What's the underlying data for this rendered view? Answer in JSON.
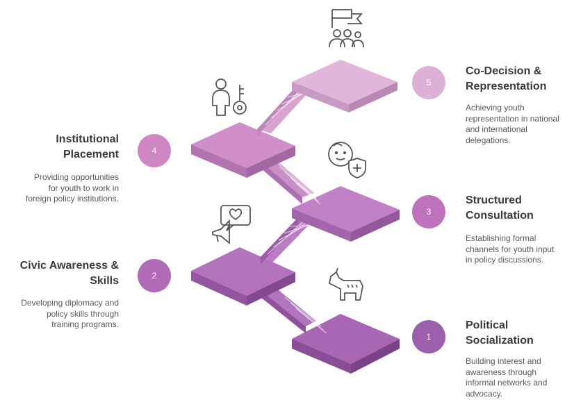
{
  "steps": [
    {
      "number": "1",
      "title_lines": [
        "Political",
        "Socialization"
      ],
      "desc_lines": [
        "Building interest and",
        "awareness through",
        "informal networks and",
        "advocacy."
      ],
      "color": "#9b5fab",
      "icon": "donkey-icon"
    },
    {
      "number": "2",
      "title_lines": [
        "Civic Awareness &",
        "Skills"
      ],
      "desc_lines": [
        "Developing diplomacy and",
        "policy skills through",
        "training programs."
      ],
      "color": "#b06ab8",
      "icon": "megaphone-heart-icon"
    },
    {
      "number": "3",
      "title_lines": [
        "Structured",
        "Consultation"
      ],
      "desc_lines": [
        "Establishing formal",
        "channels for youth input",
        "in policy discussions."
      ],
      "color": "#bf73bd",
      "icon": "baby-shield-icon"
    },
    {
      "number": "4",
      "title_lines": [
        "Institutional",
        "Placement"
      ],
      "desc_lines": [
        "Providing opportunities",
        "for youth to work in",
        "foreign policy institutions."
      ],
      "color": "#cf87c4",
      "icon": "person-key-icon"
    },
    {
      "number": "5",
      "title_lines": [
        "Co-Decision &",
        "Representation"
      ],
      "desc_lines": [
        "Achieving youth",
        "representation in national",
        "and international",
        "delegations."
      ],
      "color": "#ddb0d5",
      "icon": "group-flag-icon"
    }
  ]
}
